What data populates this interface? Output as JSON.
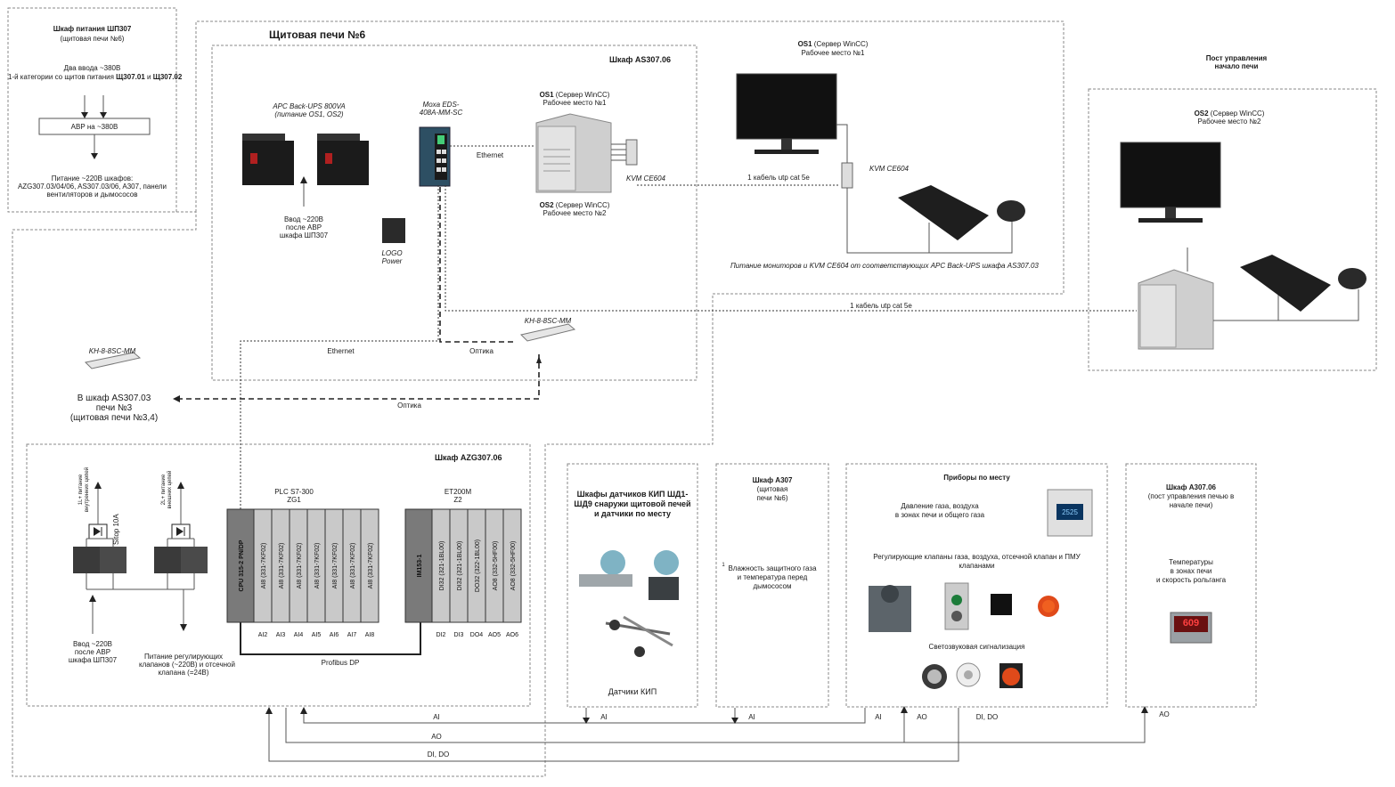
{
  "colors": {
    "frame": "#888888",
    "module": "#c9c9c9",
    "cpu": "#7a7a7a",
    "dark": "#222222"
  },
  "shp307": {
    "title": "Шкаф питания ШП307",
    "subtitle": "(щитовая печи №6)",
    "line1": "Два ввода ~380В",
    "line2a": "1-й категории со щитов питания ",
    "line2b": "Щ307.01",
    "line2c": " и ",
    "line2d": "Щ307.02",
    "avr": "АВР на ~380В",
    "out1": "Питание ~220В шкафов:",
    "out2": "AZG307.03/04/06, AS307.03/06, A307, панели",
    "out3": "вентиляторов и дымососов"
  },
  "room": {
    "title": "Щитовая печи №6"
  },
  "as307": {
    "title": "Шкаф AS307.06",
    "ups_label1": "APC Back-UPS 800VA",
    "ups_label2": "(питание OS1, OS2)",
    "in1": "Ввод ~220В",
    "in2": "после АВР",
    "in3": "шкафа ШП307",
    "logo1": "LOGO",
    "logo2": "Power",
    "moxa1": "Moxa EDS-",
    "moxa2": "408A-MM-SC",
    "os1a": "OS1",
    "os1b": " (Сервер WinCC)",
    "os1c": "Рабочее место №1",
    "os2a": "OS2",
    "os2b": " (Сервер WinCC)",
    "os2c": "Рабочее место №2",
    "ethernet": "Ethernet",
    "kvm": "KVM CE604",
    "eth2": "Ethernet",
    "optika": "Оптика",
    "kh": "KH-8-8SC-MM"
  },
  "ws1": {
    "os1a": "OS1",
    "os1b": " (Сервер WinCC)",
    "os1c": "Рабочее место №1",
    "kvm": "KVM CE604",
    "cable": "1 кабель utp cat 5e",
    "power": "Питание мониторов и KVM CE604 от соответствующих APC Back-UPS шкафа AS307.03"
  },
  "post": {
    "title1": "Пост управления",
    "title2": "начало печи",
    "os2a": "OS2",
    "os2b": " (Сервер WinCC)",
    "os2c": "Рабочее место №2",
    "cable": "1 кабель utp cat 5e"
  },
  "remote": {
    "kh": "KH-8-8SC-MM",
    "l1": "В шкаф AS307.03",
    "l2": "печи №3",
    "l3": "(щитовая печи №3,4)",
    "optika": "Оптика"
  },
  "azg": {
    "title": "Шкаф AZG307.06",
    "sitop": "Sitop 10A",
    "v1": "1L+  питание внутренних цепей",
    "v2": "2L+  питание внешних цепей",
    "in1": "Ввод ~220В",
    "in2": "после АВР",
    "in3": "шкафа ШП307",
    "out1": "Питание регулирующих",
    "out2": "клапанов (~220В) и отсечной",
    "out3": "клапана (=24В)",
    "plc1": "PLC S7-300",
    "plc2": "ZG1",
    "et1": "ET200M",
    "et2": "Z2",
    "profibus": "Profibus DP",
    "plc_modules": [
      {
        "text": "CPU 315-2 PN/DP",
        "tag": ""
      },
      {
        "text": "AI8 (331-7KF02)",
        "tag": "AI2"
      },
      {
        "text": "AI8 (331-7KF02)",
        "tag": "AI3"
      },
      {
        "text": "AI8 (331-7KF02)",
        "tag": "AI4"
      },
      {
        "text": "AI8 (331-7KF02)",
        "tag": "AI5"
      },
      {
        "text": "AI8 (331-7KF02)",
        "tag": "AI6"
      },
      {
        "text": "AI8 (331-7KF02)",
        "tag": "AI7"
      },
      {
        "text": "AI8 (331-7KF02)",
        "tag": "AI8"
      }
    ],
    "et_modules": [
      {
        "text": "IM153-1",
        "tag": ""
      },
      {
        "text": "DI32 (321-1BL00)",
        "tag": "DI2"
      },
      {
        "text": "DI32 (321-1BL00)",
        "tag": "DI3"
      },
      {
        "text": "DO32 (322-1BL00)",
        "tag": "DO4"
      },
      {
        "text": "AO8 (332-5HF00)",
        "tag": "AO5"
      },
      {
        "text": "AO8 (332-5HF00)",
        "tag": "AO6"
      }
    ]
  },
  "shd": {
    "t1": "Шкафы датчиков КИП ШД1-",
    "t2": "ШД9 снаружи щитовой печей",
    "t3": "и датчики по месту",
    "foot": "Датчики КИП"
  },
  "a307": {
    "t1": "Шкаф A307",
    "t2": "(щитовая",
    "t3": "печи №6)",
    "sup": "1",
    "d1": "Влажность защитного газа",
    "d2": "и температура перед",
    "d3": "дымососом"
  },
  "pribory": {
    "title": "Приборы по месту",
    "p1": "Давление газа, воздуха",
    "p2": "в зонах печи и общего газа",
    "display": "2525",
    "k1": "Регулирующие клапаны газа, воздуха, отсечной клапан и ПМУ",
    "k2": "клапанами",
    "sv": "Светозвуковая сигнализация"
  },
  "a30706": {
    "t1": "Шкаф A307.06",
    "t2": "(пост управления печью в",
    "t3": "начале печи)",
    "d1": "Температуры",
    "d2": "в зонах печи",
    "d3": "и скорость рольганга",
    "display": "609"
  },
  "signals": {
    "ai1": "AI",
    "ao1": "AO",
    "didо": "DI, DO",
    "ai_shd": "AI",
    "ai_a307": "AI",
    "ai_pr": "AI",
    "ao_pr": "AO",
    "dido_pr": "DI, DO",
    "ao_post": "AO"
  }
}
